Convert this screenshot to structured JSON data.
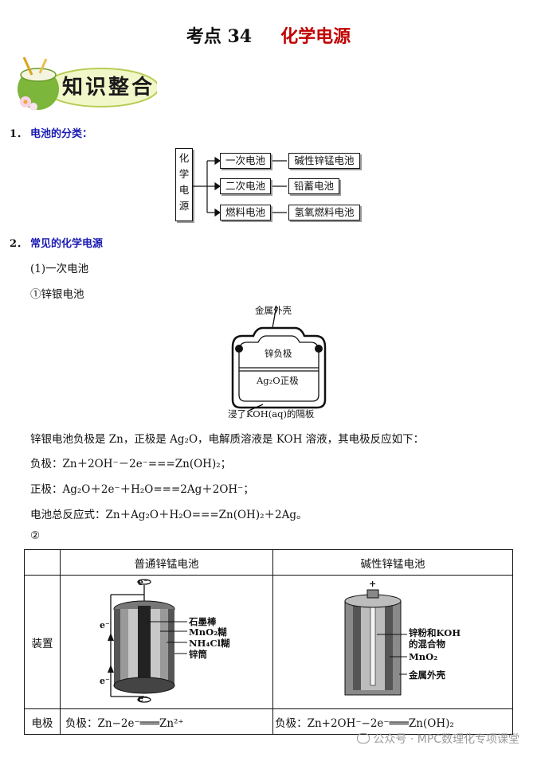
{
  "title": {
    "prefix": "考点 34",
    "main": "化学电源"
  },
  "banner": {
    "text": "知识整合"
  },
  "section1": {
    "num": "1．",
    "text": "电池的分类："
  },
  "classify": {
    "root_chars": [
      "化",
      "学",
      "电",
      "源"
    ],
    "rows": [
      {
        "type": "一次电池",
        "example": "碱性锌锰电池"
      },
      {
        "type": "二次电池",
        "example": "铅蓄电池"
      },
      {
        "type": "燃料电池",
        "example": "氢氧燃料电池"
      }
    ]
  },
  "section2": {
    "num": "2．",
    "text": "常见的化学电源"
  },
  "sub1": "(1)一次电池",
  "circle1": "①锌银电池",
  "fig1": {
    "shell": "金属外壳",
    "neg": "锌负极",
    "pos": "Ag₂O正极",
    "sep": "浸了KOH(aq)的隔板"
  },
  "para": "锌银电池负极是 Zn，正极是 Ag₂O，电解质溶液是 KOH 溶液，其电极反应如下：",
  "neg_eq": "负极：Zn＋2OH⁻－2e⁻===Zn(OH)₂；",
  "pos_eq": "正极：Ag₂O＋2e⁻＋H₂O===2Ag＋2OH⁻；",
  "total_eq": "电池总反应式：Zn＋Ag₂O＋H₂O===Zn(OH)₂＋2Ag。",
  "circle2": "②",
  "table": {
    "col1": "普通锌锰电池",
    "col2": "碱性锌锰电池",
    "row1": "装置",
    "row2": "电极",
    "fig_left": {
      "e1": "e⁻",
      "e2": "e⁻",
      "e3": "e⁻",
      "e4": "e⁻",
      "l1": "石墨棒",
      "l2": "MnO₂糊",
      "l3": "NH₄Cl糊",
      "l4": "锌筒"
    },
    "fig_right": {
      "plus": "+",
      "l1a": "锌粉和KOH",
      "l1b": "的混合物",
      "l2": "MnO₂",
      "l3": "金属外壳"
    },
    "elec_left": "负极：Zn−2e⁻═══Zn²⁺",
    "elec_right": "负极：Zn+2OH⁻−2e⁻═══Zn(OH)₂"
  },
  "watermark": "公众号 · MPC数理化专项课堂"
}
